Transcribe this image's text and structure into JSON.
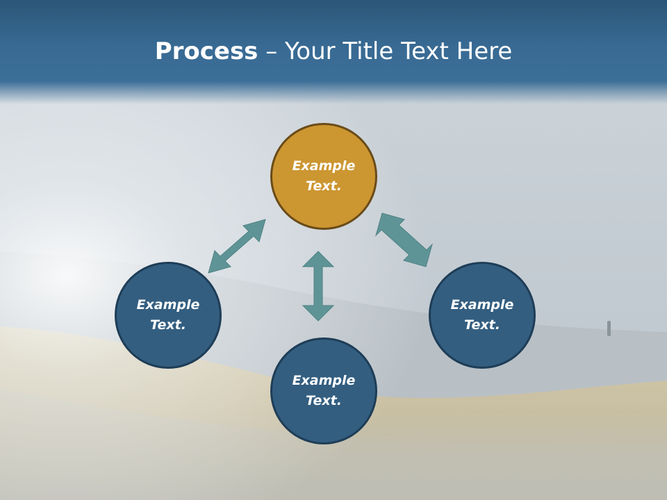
{
  "slide": {
    "title_bold": "Process",
    "title_rest": " – Your Title Text Here"
  },
  "nodes": {
    "top": {
      "line1": "Example",
      "line2": "Text.",
      "color": "#cc9631"
    },
    "left": {
      "line1": "Example",
      "line2": "Text.",
      "color": "#335e80"
    },
    "right": {
      "line1": "Example",
      "line2": "Text.",
      "color": "#335e80"
    },
    "bottom": {
      "line1": "Example",
      "line2": "Text.",
      "color": "#335e80"
    }
  },
  "colors": {
    "title_bar": "#386a93",
    "arrow": "#5f9496",
    "node_blue": "#335e80",
    "node_gold": "#cc9631"
  }
}
